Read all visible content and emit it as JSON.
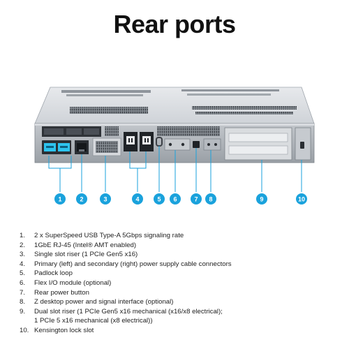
{
  "title": "Rear ports",
  "callouts": [
    "1",
    "2",
    "3",
    "4",
    "5",
    "6",
    "7",
    "8",
    "9",
    "10"
  ],
  "accent_color": "#1aa2dc",
  "items": [
    {
      "num": "1.",
      "text": "2 x SuperSpeed USB Type-A 5Gbps signaling rate"
    },
    {
      "num": "2.",
      "text": "1GbE RJ-45 (Intel® AMT enabled)"
    },
    {
      "num": "3.",
      "text": "Single slot riser (1 PCIe Gen5 x16)"
    },
    {
      "num": "4.",
      "text": "Primary (left) and secondary (right) power supply cable connectors"
    },
    {
      "num": "5.",
      "text": "Padlock loop"
    },
    {
      "num": "6.",
      "text": "Flex I/O module (optional)"
    },
    {
      "num": "7.",
      "text": "Rear power button"
    },
    {
      "num": "8.",
      "text": "Z desktop power and signal interface (optional)"
    },
    {
      "num": "9.",
      "text": "Dual slot riser (1 PCIe Gen5 x16 mechanical (x16/x8 electrical);\n1 PCIe 5 x16 mechanical (x8 electrical))"
    },
    {
      "num": "10.",
      "text": "Kensington lock slot"
    }
  ]
}
